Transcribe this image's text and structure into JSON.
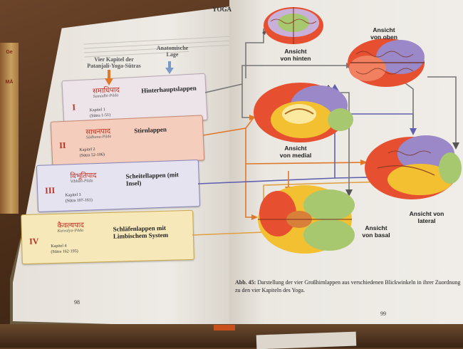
{
  "book": {
    "left_page": {
      "page_number": "98",
      "column_heads": {
        "kapitel": "Vier Kapitel der Patanjali-Yoga-Sūtras",
        "lage": "Anatomische Lage"
      },
      "lobes": [
        {
          "roman": "I",
          "sanskrit": "समाधिपाद",
          "pada": "Samadhi-Pāda",
          "kapitel": "Kapitel 1",
          "sutras": "(Sūtra 1-51)",
          "lobe": "Hinterhauptslappen",
          "color": "#e9dfe6"
        },
        {
          "roman": "II",
          "sanskrit": "साधनपाद",
          "pada": "Sādhana-Pāda",
          "kapitel": "Kapitel 2",
          "sutras": "(Sūtra 52-106)",
          "lobe": "Stirnlappen",
          "color": "#f2c8b8"
        },
        {
          "roman": "III",
          "sanskrit": "विभूतिपाद",
          "pada": "Vibhūti-Pāda",
          "kapitel": "Kapitel 3",
          "sutras": "(Sūtra 107-161)",
          "lobe": "Scheitellappen (mit Insel)",
          "color": "#e2e0ee"
        },
        {
          "roman": "IV",
          "sanskrit": "कैवल्यपाद",
          "pada": "Kaivalya-Pāda",
          "kapitel": "Kapitel 4",
          "sutras": "(Sūtra 162-195)",
          "lobe": "Schläfenlappen mit Limbischem System",
          "color": "#f6e6b4"
        }
      ]
    },
    "right_page": {
      "running_head": "YOGA",
      "page_number": "99",
      "views": {
        "hinten": "Ansicht von hinten",
        "oben": "Ansicht von oben",
        "medial": "Ansicht von medial",
        "lateral": "Ansicht von lateral",
        "basal": "Ansicht von basal"
      },
      "caption_label": "Abb. 45:",
      "caption_text": "Darstellung der vier Großhirnlappen aus verschiedenen Blickwinkeln in ihrer Zuordnung zu den vier Kapiteln des Yoga."
    },
    "spine_letters": [
      "Ge",
      "MÄ"
    ],
    "colors": {
      "occipital": "#c8b0d8",
      "frontal": "#e65030",
      "parietal": "#9a88c8",
      "temporal": "#f2c030",
      "limbic": "#a8c870",
      "arrow_orange": "#e0782a",
      "arrow_purple": "#6060b0",
      "arrow_gray": "#777777"
    }
  }
}
